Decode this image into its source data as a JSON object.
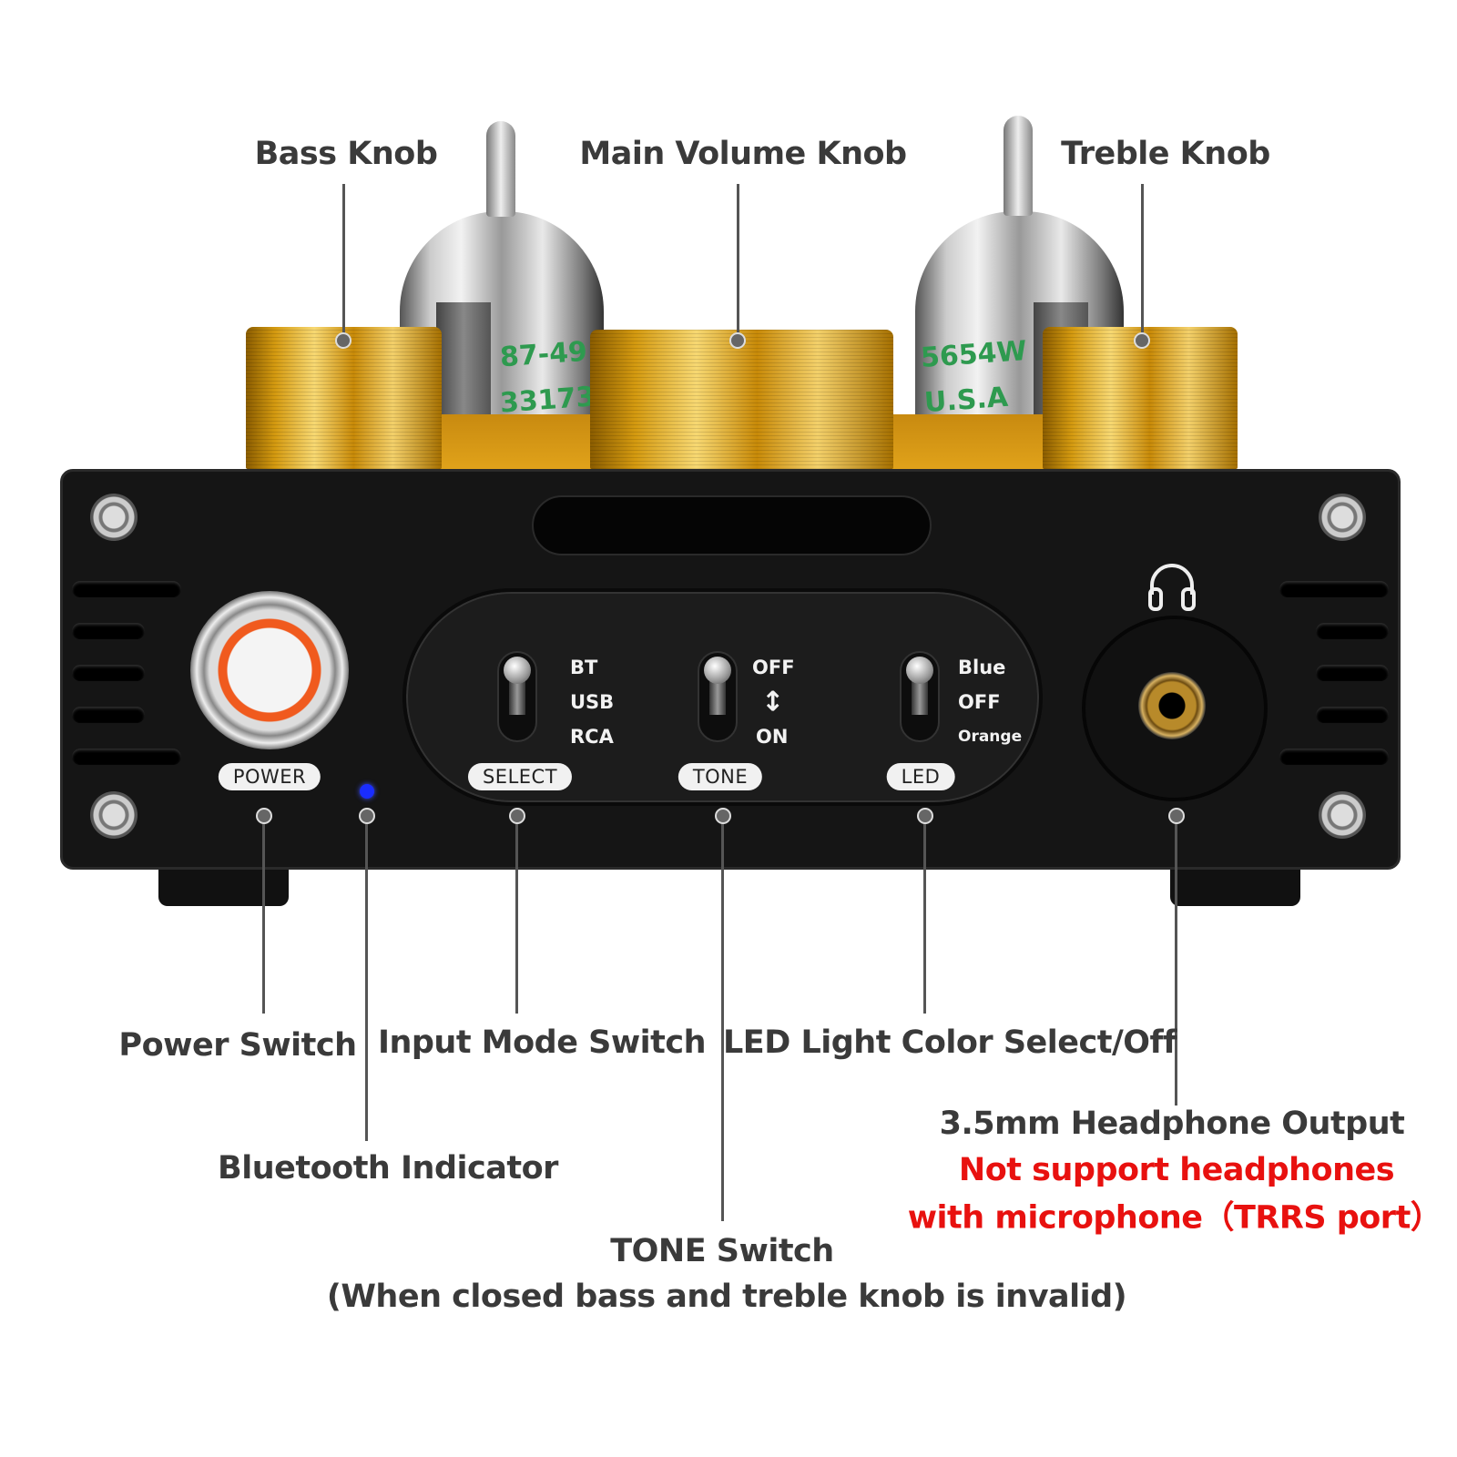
{
  "top_labels": {
    "bass": "Bass Knob",
    "volume": "Main Volume Knob",
    "treble": "Treble Knob"
  },
  "tube_markings": {
    "left": [
      "87-49",
      "33173"
    ],
    "right": [
      "5654W",
      "U.S.A"
    ]
  },
  "panel": {
    "power_label": "POWER",
    "select": {
      "label": "SELECT",
      "options": [
        "BT",
        "USB",
        "RCA"
      ]
    },
    "tone": {
      "label": "TONE",
      "options": [
        "OFF",
        "ON"
      ]
    },
    "led": {
      "label": "LED",
      "options": [
        "Blue",
        "OFF",
        "Orange"
      ]
    }
  },
  "icons": {
    "headphone": "headphone-icon",
    "tone_arrow": "up-down-arrow-icon"
  },
  "colors": {
    "chassis": "#151515",
    "gold": "#d49a10",
    "power_ring": "#f05a1e",
    "bt_led": "#1a2dff",
    "warning": "#e8110f"
  },
  "bottom_labels": {
    "power": "Power Switch",
    "bluetooth": "Bluetooth Indicator",
    "input": "Input Mode Switch",
    "tone_title": "TONE Switch",
    "tone_note": "(When closed bass and treble knob is invalid)",
    "led": "LED Light Color Select/Off",
    "headphone": "3.5mm Headphone Output",
    "headphone_warning_1": "Not support headphones",
    "headphone_warning_2": "with microphone（TRRS port）"
  }
}
